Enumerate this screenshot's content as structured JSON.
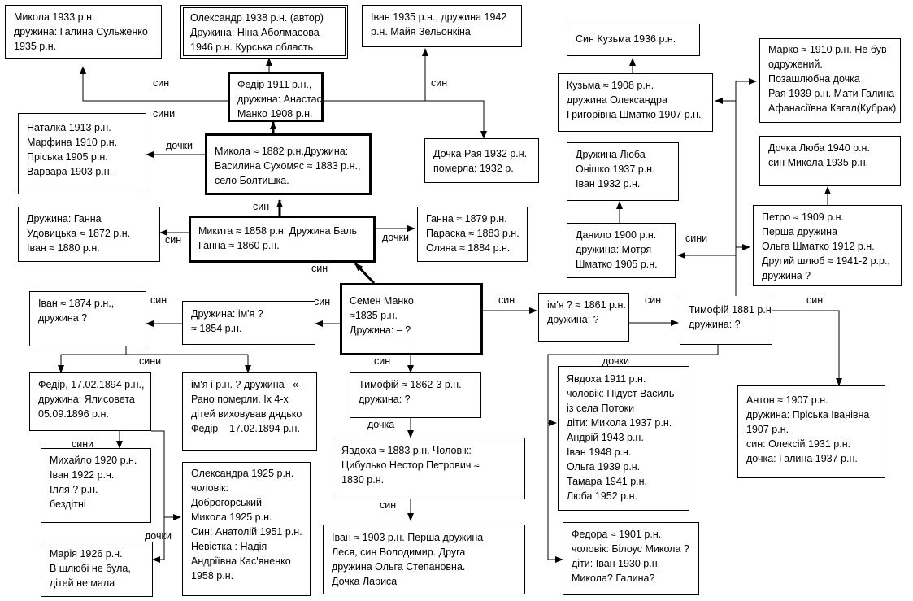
{
  "labels": {
    "syn": "син",
    "syny": "сини",
    "dochky": "дочки",
    "dochka": "дочка"
  },
  "boxes": {
    "mykola1933": [
      "Микола 1933 р.н.",
      "дружина: Галина Сульженко",
      "1935 р.н."
    ],
    "oleksandr1938": [
      "Олександр 1938 р.н. (автор)",
      "Дружина: Ніна Аболмасова",
      "1946 р.н.   Курська область"
    ],
    "ivan1935": [
      "Іван 1935 р.н., дружина 1942",
      "р.н. Майя Зельонкіна"
    ],
    "fedir1911": [
      "Федір 1911 р.н.,",
      "дружина: Анастасія",
      "Манко 1908 р.н."
    ],
    "daughters1913": [
      "Наталка 1913 р.н.",
      "Марфина 1910 р.н.",
      "Пріська 1905 р.н.",
      "Варвара 1903 р.н."
    ],
    "mykola1882": [
      "Микола  ≈ 1882 р.н.Дружина:",
      "Василина Сухомяс ≈ 1883 р.н.,",
      "село Болтишка."
    ],
    "raya1932": [
      "Дочка Рая 1932 р.н.",
      "померла: 1932 р."
    ],
    "hanna1872": [
      "Дружина: Ганна",
      "Удовицька ≈ 1872 р.н.",
      "Іван ≈ 1880 р.н."
    ],
    "mykyta1858": [
      "Микита ≈ 1858 р.н.  Дружина Баль",
      "Ганна ≈ 1860 р.н."
    ],
    "hanna1879": [
      "Ганна ≈ 1879 р.н.",
      "Параска ≈ 1883 р.н.",
      "Оляна ≈ 1884 р.н."
    ],
    "kuzma1936": [
      "Син Кузьма 1936 р.н."
    ],
    "kuzma1908": [
      "Кузьма ≈ 1908 р.н.",
      "дружина Олександра",
      "Григорівна Шматко 1907 р.н."
    ],
    "marko1910": [
      "Марко ≈ 1910 р.н. Не був",
      "одружений.",
      "Позашлюбна дочка",
      "Рая 1939 р.н. Мати Галина",
      "Афанасіївна Кагал(Кубрак)"
    ],
    "lyuba1937": [
      "Дружина Люба",
      "Онішко 1937 р.н.",
      "Іван 1932 р.н."
    ],
    "lyuba1940": [
      "Дочка Люба 1940 р.н.",
      "син Микола 1935 р.н."
    ],
    "danylo1900": [
      "Данило 1900 р.н.",
      "дружина: Мотря",
      "Шматко 1905 р.н."
    ],
    "petro1909": [
      "Петро ≈ 1909 р.н.",
      "Перша дружина",
      "Ольга Шматко 1912 р.н.",
      " Другий шлюб ≈ 1941-2 р.р.,",
      "дружина  ?"
    ],
    "ivan1874": [
      "Іван ≈ 1874 р.н.,",
      "дружина  ?"
    ],
    "wife1854": [
      "Дружина: ім'я ?",
      "≈ 1854 р.н."
    ],
    "semen1835": [
      "Семен Манко",
      "≈1835  р.н.",
      "Дружина: – ?"
    ],
    "name1861": [
      "ім'я ?  ≈ 1861 р.н.",
      "дружина:  ?"
    ],
    "tymofiy1881": [
      "Тимофій 1881 р.н.",
      "дружина:  ?"
    ],
    "fedir1894": [
      "Федір, 17.02.1894 р.н.,",
      "дружина: Ялисовета",
      "05.09.1896 р.н."
    ],
    "unknown": [
      "ім'я і р.н. ? дружина –«-",
      "Рано померли. Їх 4-х",
      "дітей виховував дядько",
      "Федір – 17.02.1894 р.н."
    ],
    "tymofiy1862": [
      "Тимофій ≈ 1862-3  р.н.",
      "дружина:  ?"
    ],
    "yavdokha1911": [
      "Явдоха 1911 р.н.",
      "чоловік: Підуст Василь",
      "із села Потоки",
      "діти: Микола 1937 р.н.",
      "Андрій 1943 р.н.",
      "Іван  1948 р.н.",
      "Ольга 1939 р.н.",
      "Тамара 1941 р.н.",
      "Люба 1952 р.н."
    ],
    "anton1907": [
      "Антон ≈ 1907 р.н.",
      "дружина: Пріська Іванівна",
      "1907 р.н.",
      "син: Олексій 1931 р.н.",
      "дочка: Галина 1937 р.н."
    ],
    "mykhailo1920": [
      "Михайло 1920 р.н.",
      "Іван 1922 р.н.",
      "Ілля  ? р.н.",
      "бездітні"
    ],
    "oleksandra1925": [
      "Олександра 1925 р.н.",
      "чоловік:",
      "Доброгорський",
      "Микола 1925 р.н.",
      "Син: Анатолій 1951 р.н.",
      "Невістка : Надія",
      "Андріївна Кас'яненко",
      "1958 р.н."
    ],
    "yavdokha1883": [
      "Явдоха ≈ 1883  р.н. Чоловік:",
      "Цибулько Нестор Петрович ≈",
      "1830  р.н."
    ],
    "mariya1926": [
      "Марія 1926 р.н.",
      "В шлюбі не була,",
      "дітей не мала"
    ],
    "ivan1903": [
      "Іван ≈ 1903 р.н. Перша дружина",
      "Леся, син Володимир. Друга",
      "дружина Ольга Степановна.",
      "Дочка Лариса"
    ],
    "fedora1901": [
      "Федора ≈ 1901 р.н.",
      "чоловік: Білоус Микола ?",
      "діти: Іван 1930 р.н.",
      "Микола?  Галина?"
    ]
  }
}
